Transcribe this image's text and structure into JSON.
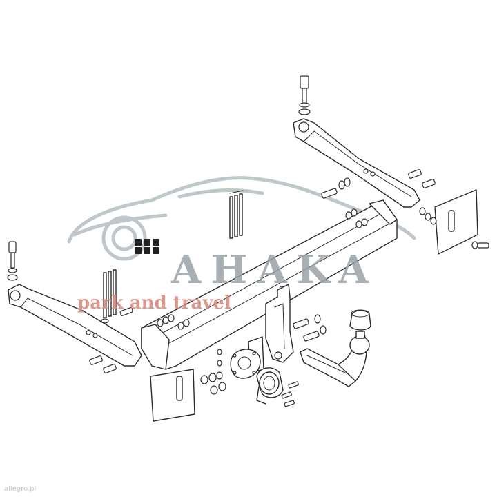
{
  "watermark": {
    "brand": "AHAKA",
    "tagline": "park and travel",
    "brand_color": "#9aa3a8",
    "tagline_color": "#d98c80"
  },
  "footer": {
    "mark": "allegro.pl"
  },
  "colors": {
    "line": "#2a2a2a",
    "background": "#ffffff",
    "car_outline": "#b9c1c6"
  }
}
